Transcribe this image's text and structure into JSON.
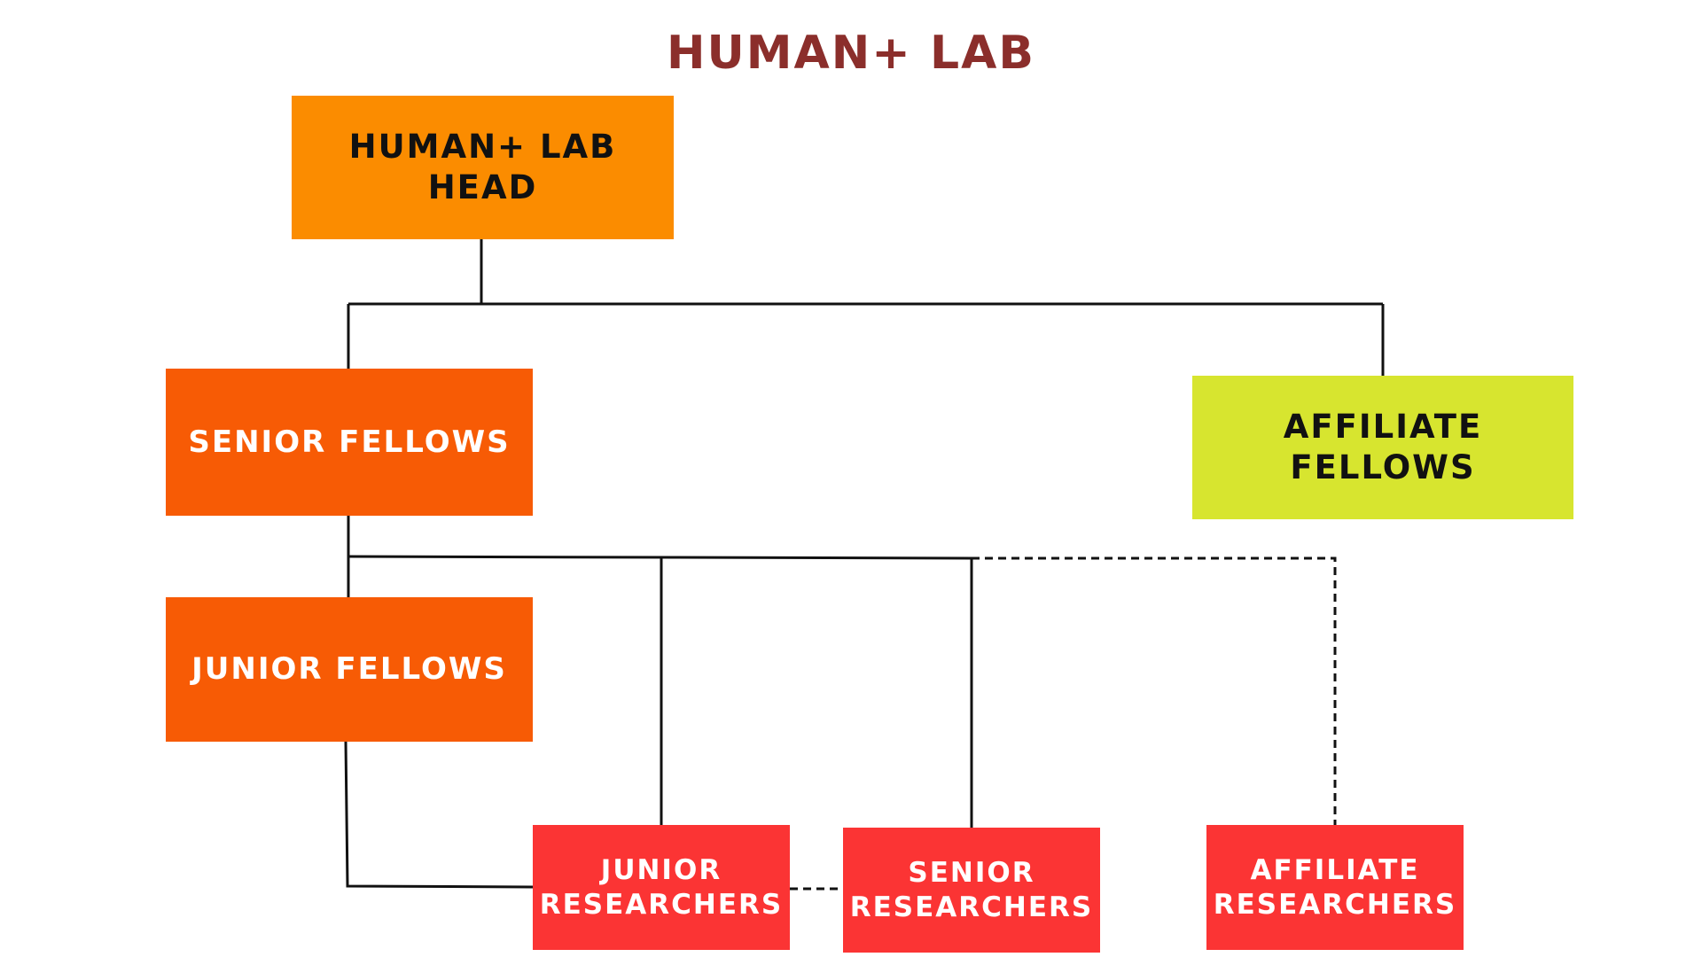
{
  "title": "HUMAN+ LAB",
  "nodes": {
    "lab_head": {
      "line1": "HUMAN+ LAB HEAD"
    },
    "senior_fellows": {
      "line1": "SENIOR FELLOWS"
    },
    "affiliate_fellows": {
      "line1": "AFFILIATE",
      "line2": "FELLOWS"
    },
    "junior_fellows": {
      "line1": "JUNIOR FELLOWS"
    },
    "junior_researchers": {
      "line1": "JUNIOR",
      "line2": "RESEARCHERS"
    },
    "senior_researchers": {
      "line1": "SENIOR",
      "line2": "RESEARCHERS"
    },
    "affiliate_researchers": {
      "line1": "AFFILIATE",
      "line2": "RESEARCHERS"
    }
  },
  "colors": {
    "title": "#8b2e2b",
    "lab_head": "#fb8c00",
    "fellows": "#f75b05",
    "affiliate_fellows": "#d7e52f",
    "researchers": "#fb3434",
    "connector": "#111111"
  }
}
